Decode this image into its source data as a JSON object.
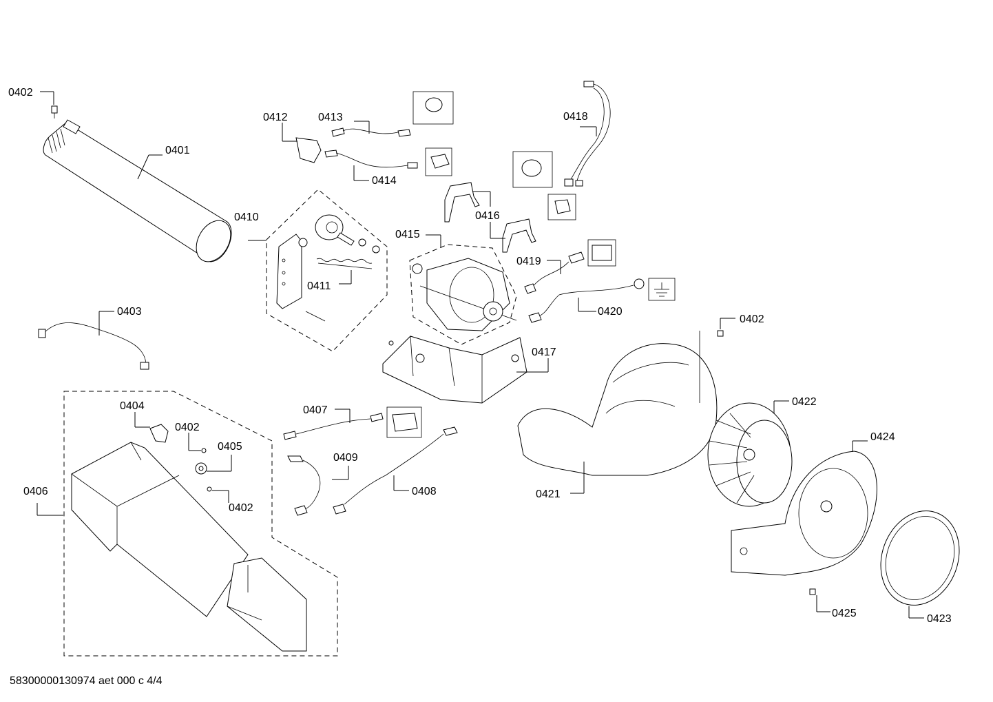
{
  "doc_ref": "58300000130974 aet 000 c 4/4",
  "labels": {
    "p0401": "0401",
    "p0402a": "0402",
    "p0402b": "0402",
    "p0402c": "0402",
    "p0402d": "0402",
    "p0403": "0403",
    "p0404": "0404",
    "p0405": "0405",
    "p0406": "0406",
    "p0407": "0407",
    "p0408": "0408",
    "p0409": "0409",
    "p0410": "0410",
    "p0411": "0411",
    "p0412": "0412",
    "p0413": "0413",
    "p0414": "0414",
    "p0415": "0415",
    "p0416": "0416",
    "p0417": "0417",
    "p0418": "0418",
    "p0419": "0419",
    "p0420": "0420",
    "p0421": "0421",
    "p0422": "0422",
    "p0423": "0423",
    "p0424": "0424",
    "p0425": "0425"
  }
}
